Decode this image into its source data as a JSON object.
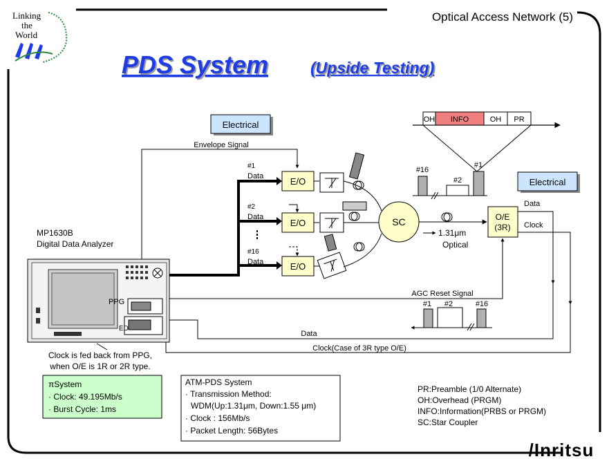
{
  "header": {
    "title": "Optical Access Network (5)",
    "logo_text": [
      "Linking",
      "the",
      "World"
    ],
    "main_title": "PDS System",
    "main_subtitle": "(Upside Testing)"
  },
  "labels": {
    "electrical_left": "Electrical",
    "electrical_right": "Electrical",
    "envelope_signal": "Envelope Signal",
    "ch1": "#1",
    "ch2": "#2",
    "ch16": "#16",
    "data": "Data",
    "eo": "E/O",
    "sc": "SC",
    "oe_line1": "O/E",
    "oe_line2": "(3R)",
    "oe_data": "Data",
    "oe_clock": "Clock",
    "wavelength": "1.31μm",
    "optical": "Optical",
    "analyzer_model": "MP1630B",
    "analyzer_name": "Digital Data Analyzer",
    "ppg": "PPG",
    "ed": "ED",
    "agc_reset": "AGC Reset Signal",
    "data_return": "Data",
    "clock_return": "Clock(Case of 3R type O/E)",
    "clock_note_1": "Clock is fed back from PPG,",
    "clock_note_2": "when O/E is 1R or 2R type.",
    "upper_burst": [
      "#16",
      "#2",
      "#1"
    ],
    "lower_burst": [
      "#1",
      "#2",
      "#16"
    ]
  },
  "frame": [
    "OH",
    "INFO",
    "OH",
    "PR"
  ],
  "pi_system": {
    "title": "πSystem",
    "items": [
      "· Clock: 49.195Mb/s",
      "· Burst Cycle: 1ms"
    ]
  },
  "atm_pds": {
    "title": "ATM-PDS System",
    "items": [
      "· Transmission Method:",
      "WDM(Up:1.31μm, Down:1.55 μm)",
      "· Clock : 156Mb/s",
      "· Packet Length: 56Bytes"
    ]
  },
  "legend": [
    "PR:Preamble (1/0 Alternate)",
    "OH:Overhead (PRGM)",
    "INFO:Information(PRBS or PRGM)",
    "SC:Star Coupler"
  ],
  "footer": {
    "brand": "/Inritsu"
  },
  "colors": {
    "box_yellow": "#FFFFCC",
    "frame_info": "#F08080",
    "electrical_fill": "#CCE5FF",
    "pi_fill": "#CCFFCC",
    "title_blue": "#1E3CE6",
    "burst_gray": "#B0B0B0"
  }
}
